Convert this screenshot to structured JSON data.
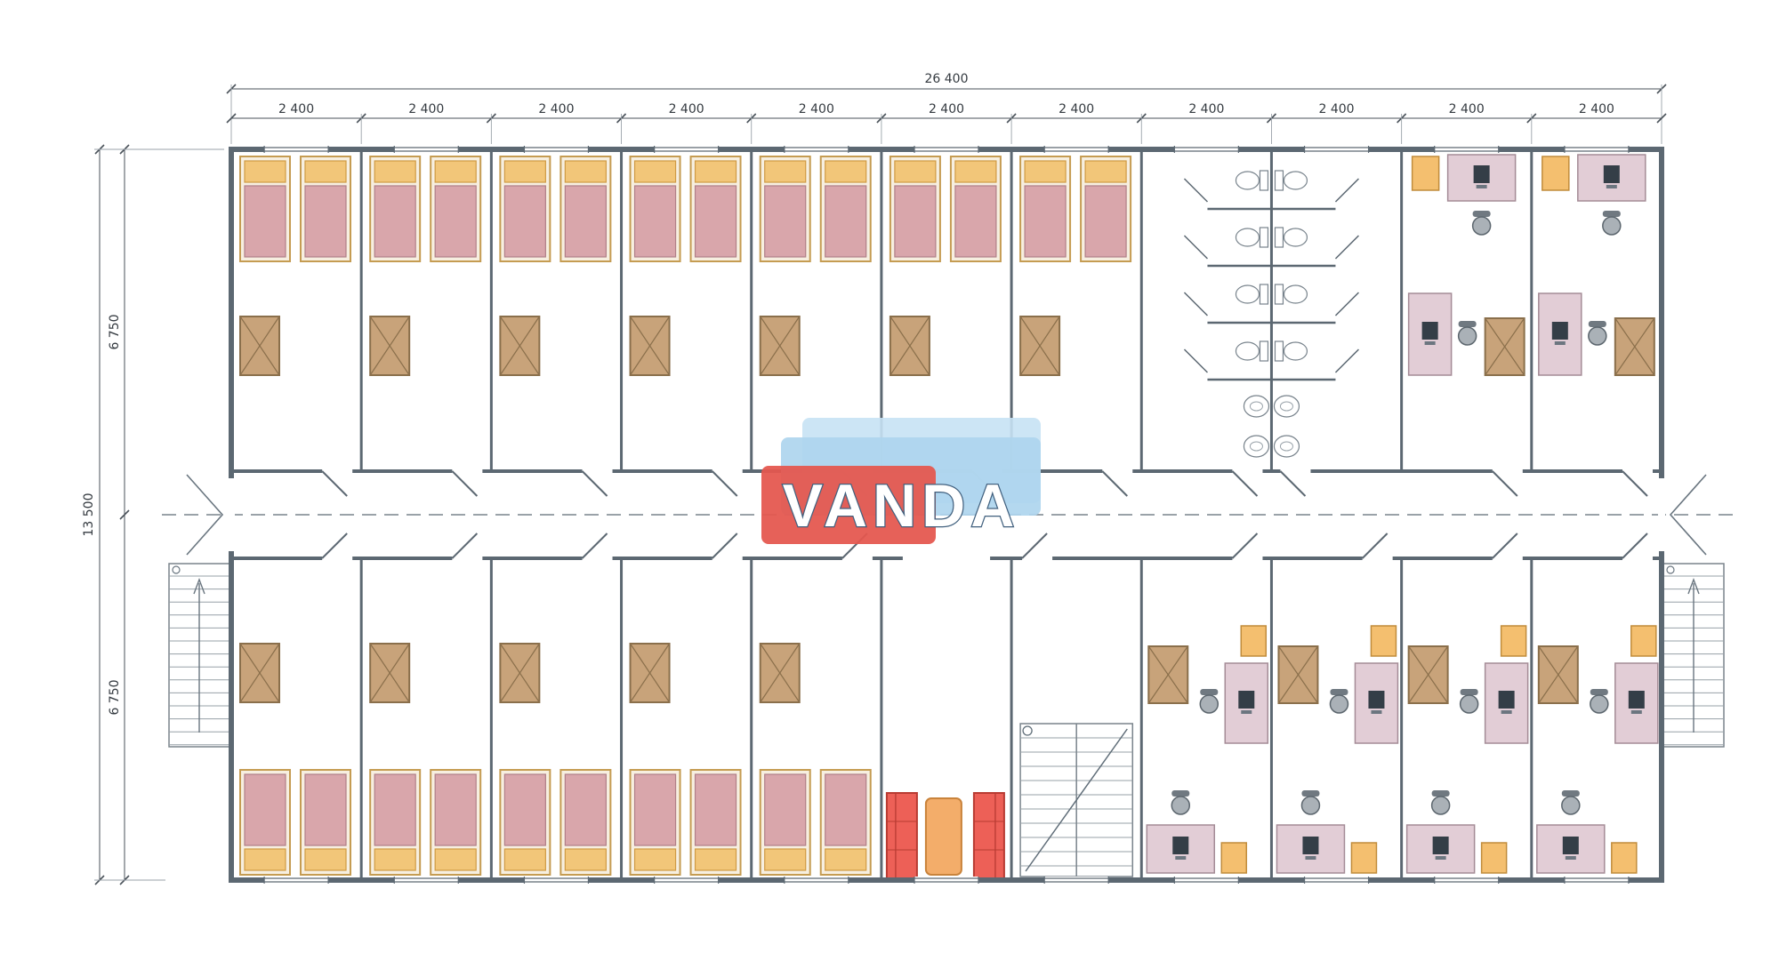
{
  "drawing": {
    "type": "architectural-floor-plan",
    "watermark": "VANDA",
    "dimensions": {
      "total_width_label": "26 400",
      "bay_labels": [
        "2 400",
        "2 400",
        "2 400",
        "2 400",
        "2 400",
        "2 400",
        "2 400",
        "2 400",
        "2 400",
        "2 400",
        "2 400"
      ],
      "total_height_label": "13 500",
      "upper_half_label": "6 750",
      "lower_half_label": "6 750"
    },
    "colors": {
      "wall": "#5c6872",
      "fixture": "#77828b",
      "bed_frame": "#c59c52",
      "bed_mattress": "#d9a6ab",
      "bed_border": "#b07f88",
      "pillow": "#f2c679",
      "pillow_border": "#cf9a44",
      "wardrobe": "#c8a37a",
      "wardrobe_border": "#8a6f4b",
      "desk": "#e2cdd6",
      "desk_border": "#a48b96",
      "computer": "#343e47",
      "cabinet": "#f4bf6f",
      "cabinet_border": "#c08c3c",
      "sofa": "#ed6057",
      "sofa_border": "#b83b32",
      "table": "#f3ad6a",
      "table_border": "#c9833b",
      "watermark_blue": "#aed5ee",
      "watermark_blue_light": "#c6e2f4",
      "watermark_red": "#e4574f",
      "watermark_text": "#ffffff",
      "watermark_outline": "#41607e"
    }
  }
}
